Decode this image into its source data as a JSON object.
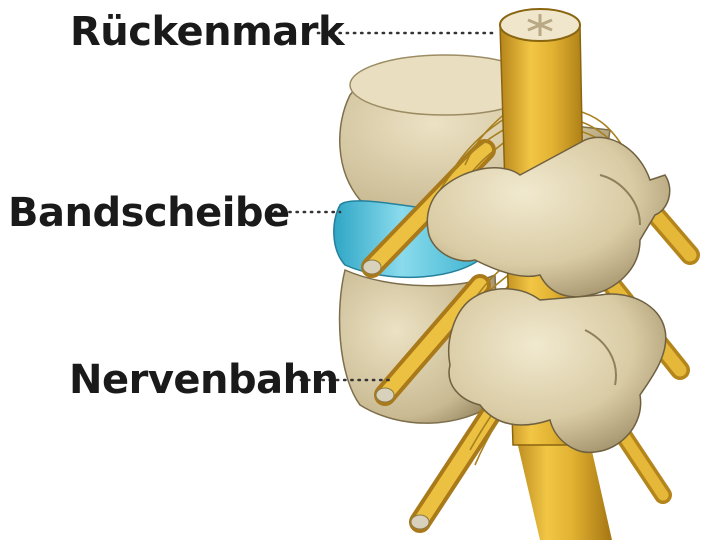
{
  "labels": {
    "spinal_cord": "Rückenmark",
    "disc": "Bandscheibe",
    "nerve": "Nervenbahn"
  },
  "colors": {
    "nerve": "#d9a928",
    "bone": "#e4d8b6",
    "disc": "#6fcbe0",
    "label_text": "#1a1a1a",
    "leader_dots": "#333333"
  }
}
